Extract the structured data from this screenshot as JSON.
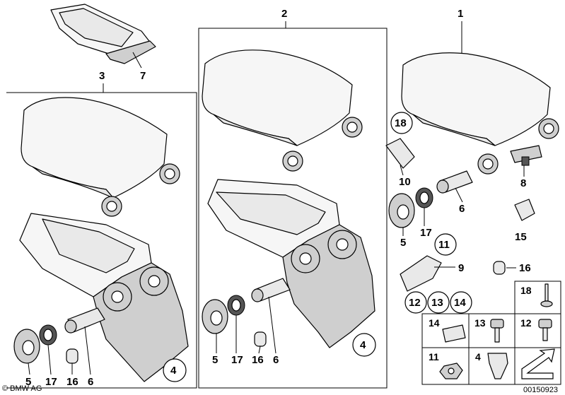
{
  "callouts": {
    "c1": "1",
    "c2": "2",
    "c3": "3",
    "c4a": "4",
    "c4b": "4",
    "c4c": "4",
    "c5a": "5",
    "c5b": "5",
    "c5c": "5",
    "c6a": "6",
    "c6b": "6",
    "c6c": "6",
    "c7": "7",
    "c8": "8",
    "c9": "9",
    "c10": "10",
    "c11a": "11",
    "c11b": "11",
    "c12a": "12",
    "c12b": "12",
    "c13a": "13",
    "c13b": "13",
    "c14a": "14",
    "c14b": "14",
    "c15": "15",
    "c16a": "16",
    "c16b": "16",
    "c16c": "16",
    "c17a": "17",
    "c17b": "17",
    "c17c": "17",
    "c18a": "18",
    "c18b": "18"
  },
  "footer": {
    "copyright": "© BMW AG",
    "diagram_id": "00150923"
  }
}
